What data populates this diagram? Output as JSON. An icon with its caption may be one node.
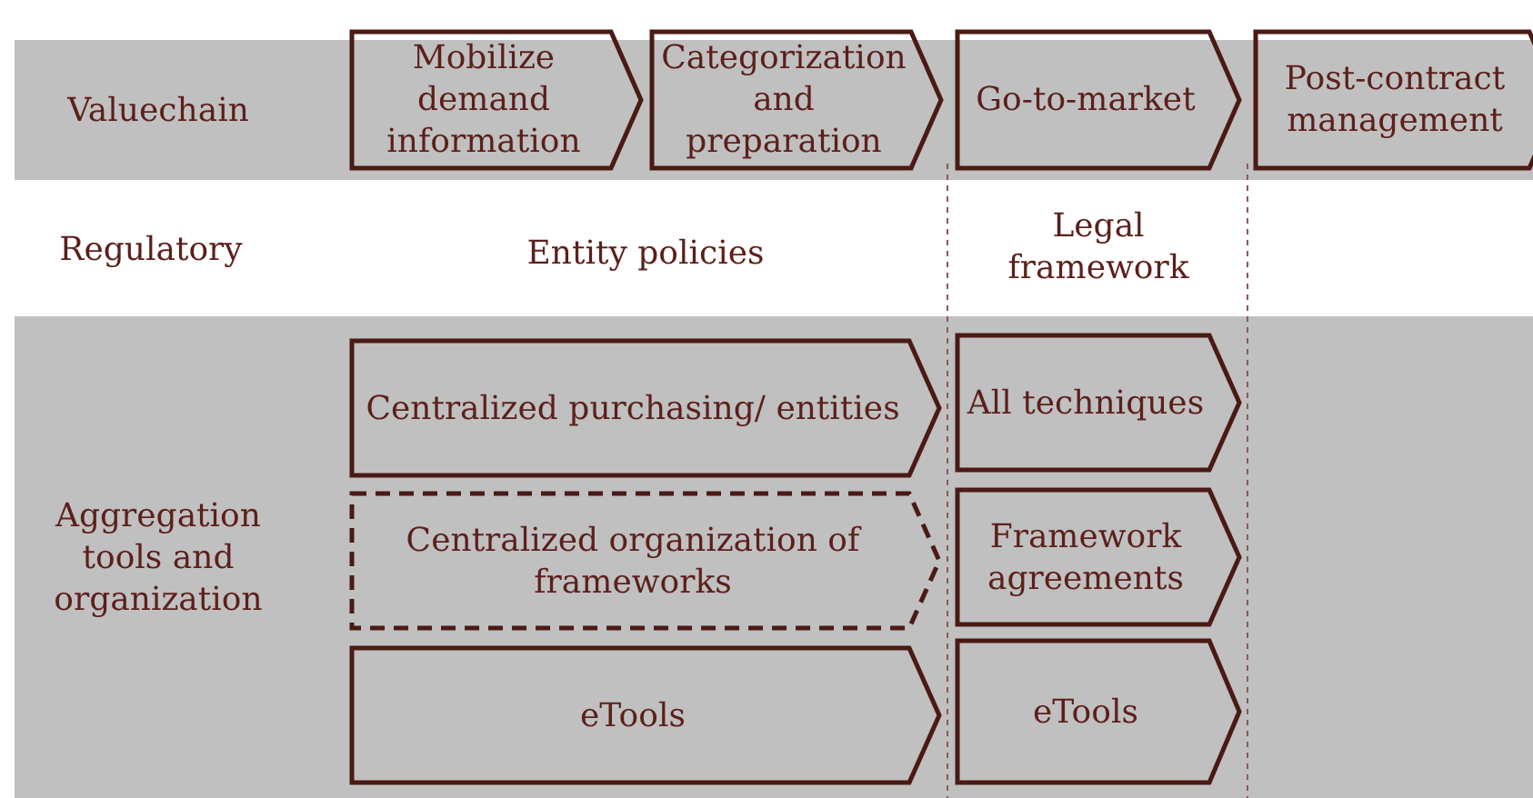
{
  "diagram": {
    "nodes": [
      {
        "text": [
          "Valuechain"
        ]
      },
      {
        "text": [
          "Mobilize demand information"
        ],
        "in": 0
      },
      {
        "text": [
          "Categorization and preparation"
        ],
        "in": 0
      },
      {
        "text": [
          "Go-to-market"
        ],
        "in": 0
      },
      {
        "text": [
          "Post-contract management"
        ],
        "in": 0
      },
      {
        "text": [
          "Aggregation tools and organization"
        ]
      },
      {
        "text": [
          "Centralized purchasing/ entities"
        ],
        "in": 5
      },
      {
        "text": [
          "Centralized organization of frameworks"
        ],
        "in": 5
      },
      {
        "text": [
          "eTools"
        ],
        "in": 5
      },
      {
        "text": [
          "All techniques"
        ],
        "in": 5
      },
      {
        "text": [
          "Framework agreements"
        ],
        "in": 5
      },
      {
        "text": [
          "eTools"
        ],
        "in": 5
      }
    ],
    "labels": [
      "Regulatory",
      "Entity policies",
      "Legal framework"
    ]
  }
}
